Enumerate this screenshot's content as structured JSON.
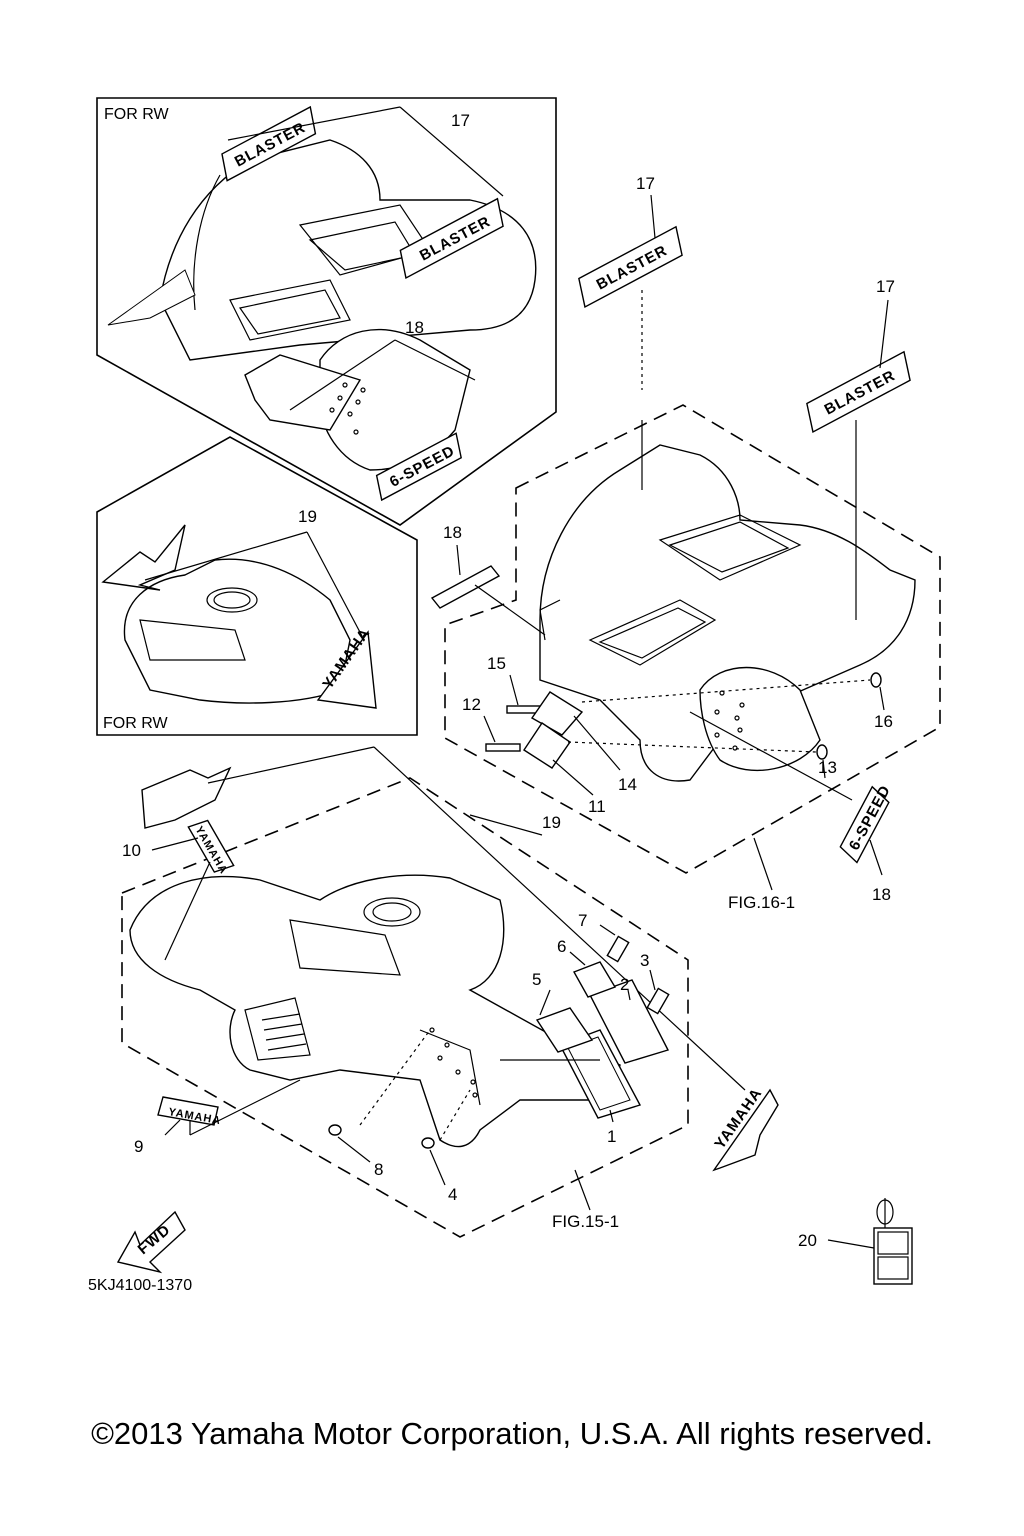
{
  "diagram": {
    "part_code": "5KJ4100-1370",
    "copyright": "©2013 Yamaha Motor Corporation, U.S.A. All rights reserved.",
    "inset_labels": [
      "FOR RW",
      "FOR RW"
    ],
    "figure_refs": [
      "FIG.16-1",
      "FIG.15-1"
    ],
    "fwd_arrow": "FWD",
    "decal_texts": [
      "BLASTER",
      "6-SPEED",
      "YAMAHA"
    ],
    "callouts": {
      "c1": "1",
      "c2": "2",
      "c3": "3",
      "c4": "4",
      "c5": "5",
      "c6": "6",
      "c7": "7",
      "c8": "8",
      "c9": "9",
      "c10": "10",
      "c11": "11",
      "c12": "12",
      "c13": "13",
      "c14": "14",
      "c15": "15",
      "c16": "16",
      "c17": "17",
      "c18": "18",
      "c19": "19",
      "c20": "20"
    }
  }
}
